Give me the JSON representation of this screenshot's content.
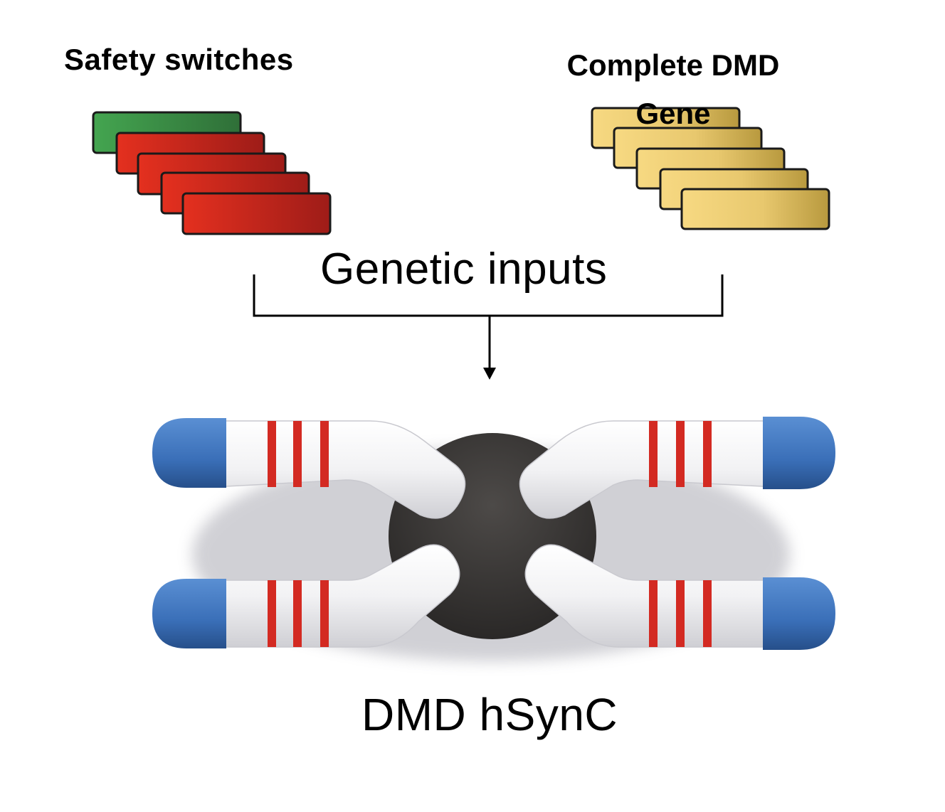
{
  "labels": {
    "safety_switches": "Safety switches",
    "complete_dmd_gene": "Complete DMD Gene",
    "genetic_inputs": "Genetic inputs",
    "dmd_hsync": "DMD hSynC"
  },
  "colors": {
    "safety_green": "#3e9b4a",
    "safety_red": "#d8281e",
    "gene_yellow": "#f2d37a",
    "chromosome_body": "#f2f2f2",
    "chromosome_cap": "#3a6fb8",
    "chromosome_band": "#d32a22",
    "centromere": "#3b3837"
  }
}
